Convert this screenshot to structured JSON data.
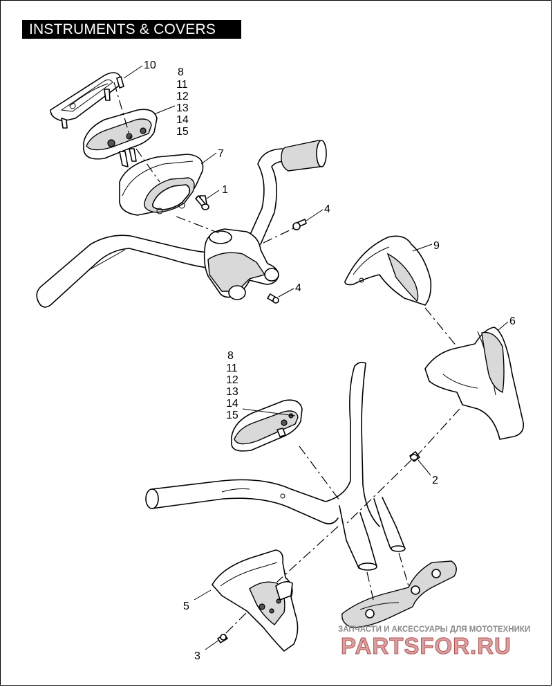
{
  "title": "INSTRUMENTS & COVERS",
  "callouts": {
    "c10": "10",
    "stack_top": [
      "8",
      "11",
      "12",
      "13",
      "14",
      "15"
    ],
    "c7": "7",
    "c1": "1",
    "c4a": "4",
    "c4b": "4",
    "c9": "9",
    "c6": "6",
    "stack_bottom": [
      "8",
      "11",
      "12",
      "13",
      "14",
      "15"
    ],
    "c2": "2",
    "c5": "5",
    "c3": "3"
  },
  "watermark": {
    "line1": "ЗАПЧАСТИ И АКСЕССУАРЫ ДЛЯ МОТОТЕХНИКИ",
    "line2": "PARTSFOR.RU"
  }
}
